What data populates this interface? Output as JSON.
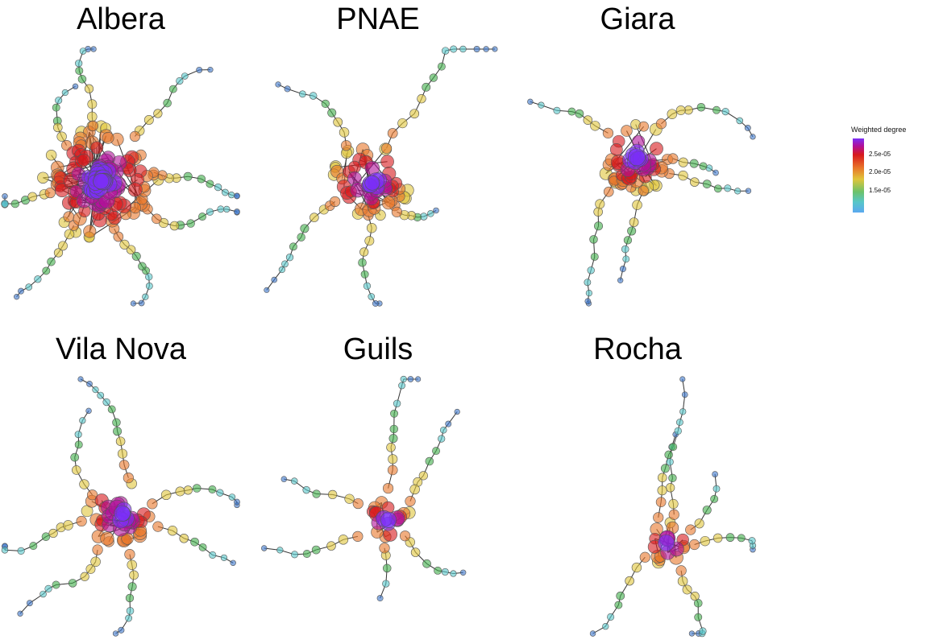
{
  "panels": [
    {
      "name": "Albera"
    },
    {
      "name": "PNAE"
    },
    {
      "name": "Giara"
    },
    {
      "name": "Vila Nova"
    },
    {
      "name": "Guils"
    },
    {
      "name": "Rocha"
    }
  ],
  "legend": {
    "title": "Weighted degree",
    "ticks": [
      "2.5e-05",
      "2.0e-05",
      "1.5e-05"
    ]
  },
  "colors": {
    "violet": "#7b2ff7",
    "red": "#d7191c",
    "orange": "#e8772a",
    "yellow": "#e0c53a",
    "green": "#3fae4a",
    "cyan": "#57c6c9",
    "blue": "#3b74c9",
    "edge": "#333333"
  }
}
